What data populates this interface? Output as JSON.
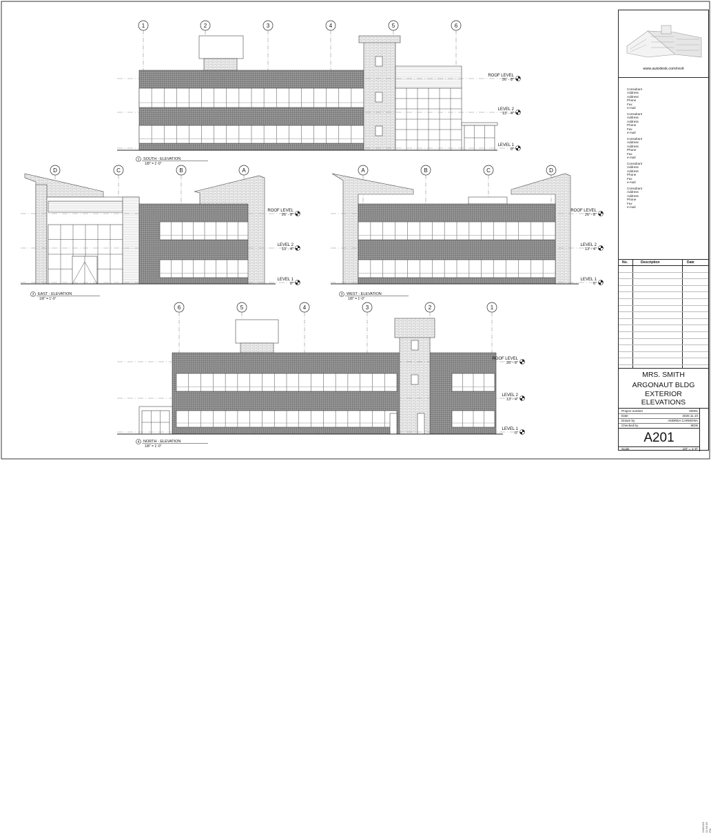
{
  "url": "www.autodesk.com/revit",
  "consultants": [
    [
      "Consultant",
      "Address",
      "Address",
      "Phone",
      "Fax",
      "e-mail"
    ],
    [
      "Consultant",
      "Address",
      "Address",
      "Phone",
      "Fax",
      "e-mail"
    ],
    [
      "Consultant",
      "Address",
      "Address",
      "Phone",
      "Fax",
      "e-mail"
    ],
    [
      "Consultant",
      "Address",
      "Address",
      "Phone",
      "Fax",
      "e-mail"
    ],
    [
      "Consultant",
      "Address",
      "Address",
      "Phone",
      "Fax",
      "e-mail"
    ]
  ],
  "revisions": {
    "no": "No.",
    "description": "Description",
    "date": "Date"
  },
  "project": {
    "client": "MRS. SMITH",
    "name": "ARGONAUT BLDG",
    "title_line1": "EXTERIOR",
    "title_line2": "ELEVATIONS"
  },
  "info": [
    {
      "k": "Project number",
      "v": "00001"
    },
    {
      "k": "Date",
      "v": "2020.11.10"
    },
    {
      "k": "Drawn by",
      "v": "ANDREA CARMONA"
    },
    {
      "k": "Checked by",
      "v": "MDN"
    }
  ],
  "sheet_number": "A201",
  "scale": {
    "k": "Scale",
    "v": "1/8\" = 1'-0\""
  },
  "print_stamp": "2/4/2020 11:03:39 PM",
  "levels": {
    "roof": {
      "name": "ROOF LEVEL",
      "elev": "26' - 8\""
    },
    "l2": {
      "name": "LEVEL 2",
      "elev": "13' - 4\""
    },
    "l1": {
      "name": "LEVEL 1",
      "elev": "0\""
    }
  },
  "views": [
    {
      "num": "1",
      "title": "SOUTH - ELEVATION",
      "scale": "1/8\" = 1'-0\"",
      "grids": [
        "1",
        "2",
        "3",
        "4",
        "5",
        "6"
      ]
    },
    {
      "num": "2",
      "title": "EAST - ELEVATION",
      "scale": "1/8\" = 1'-0\"",
      "grids": [
        "D",
        "C",
        "B",
        "A"
      ]
    },
    {
      "num": "3",
      "title": "WEST - ELEVATION",
      "scale": "1/8\" = 1'-0\"",
      "grids": [
        "A",
        "B",
        "C",
        "D"
      ]
    },
    {
      "num": "4",
      "title": "NORTH - ELEVATION",
      "scale": "1/8\" = 1'-0\"",
      "grids": [
        "6",
        "5",
        "4",
        "3",
        "2",
        "1"
      ]
    }
  ]
}
